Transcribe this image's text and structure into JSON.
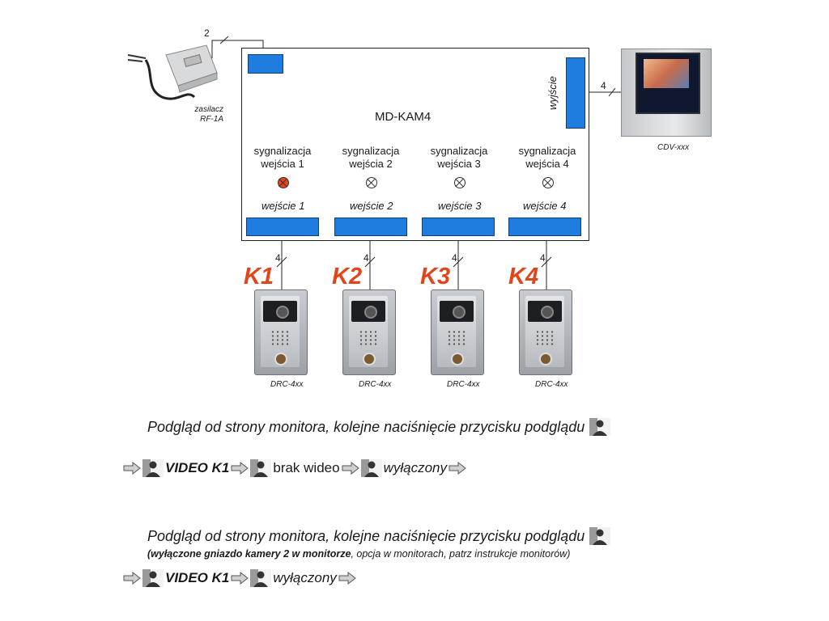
{
  "device": {
    "name": "MD-KAM4",
    "output_label": "wyjście"
  },
  "power": {
    "line1": "zasilacz",
    "line2": "RF-1A",
    "wire_count": "2"
  },
  "monitor": {
    "label": "CDV-xxx",
    "wire_count": "4"
  },
  "inputs": [
    {
      "signal_line1": "sygnalizacja",
      "signal_line2": "wejścia 1",
      "active": true,
      "label": "wejście  1",
      "wire": "4",
      "camera": "K1",
      "model": "DRC-4xx"
    },
    {
      "signal_line1": "sygnalizacja",
      "signal_line2": "wejścia 2",
      "active": false,
      "label": "wejście  2",
      "wire": "4",
      "camera": "K2",
      "model": "DRC-4xx"
    },
    {
      "signal_line1": "sygnalizacja",
      "signal_line2": "wejścia 3",
      "active": false,
      "label": "wejście  3",
      "wire": "4",
      "camera": "K3",
      "model": "DRC-4xx"
    },
    {
      "signal_line1": "sygnalizacja",
      "signal_line2": "wejścia 4",
      "active": false,
      "label": "wejście  4",
      "wire": "4",
      "camera": "K4",
      "model": "DRC-4xx"
    }
  ],
  "section1": {
    "heading": "Podgląd od strony monitora, kolejne naciśnięcie przycisku podglądu",
    "step1": "VIDEO K1",
    "step2": "brak wideo",
    "step3": "wyłączony"
  },
  "section2": {
    "heading": "Podgląd od strony monitora, kolejne naciśnięcie przycisku podglądu",
    "note_bold": "(wyłączone gniazdo kamery 2 w monitorze",
    "note_rest": ", opcja w  monitorach, patrz instrukcje monitorów)",
    "step1": "VIDEO K1",
    "step2": "wyłączony"
  },
  "colors": {
    "port": "#1f7de0",
    "camera_label": "#e0461a",
    "lamp_active": "#e8431a"
  }
}
